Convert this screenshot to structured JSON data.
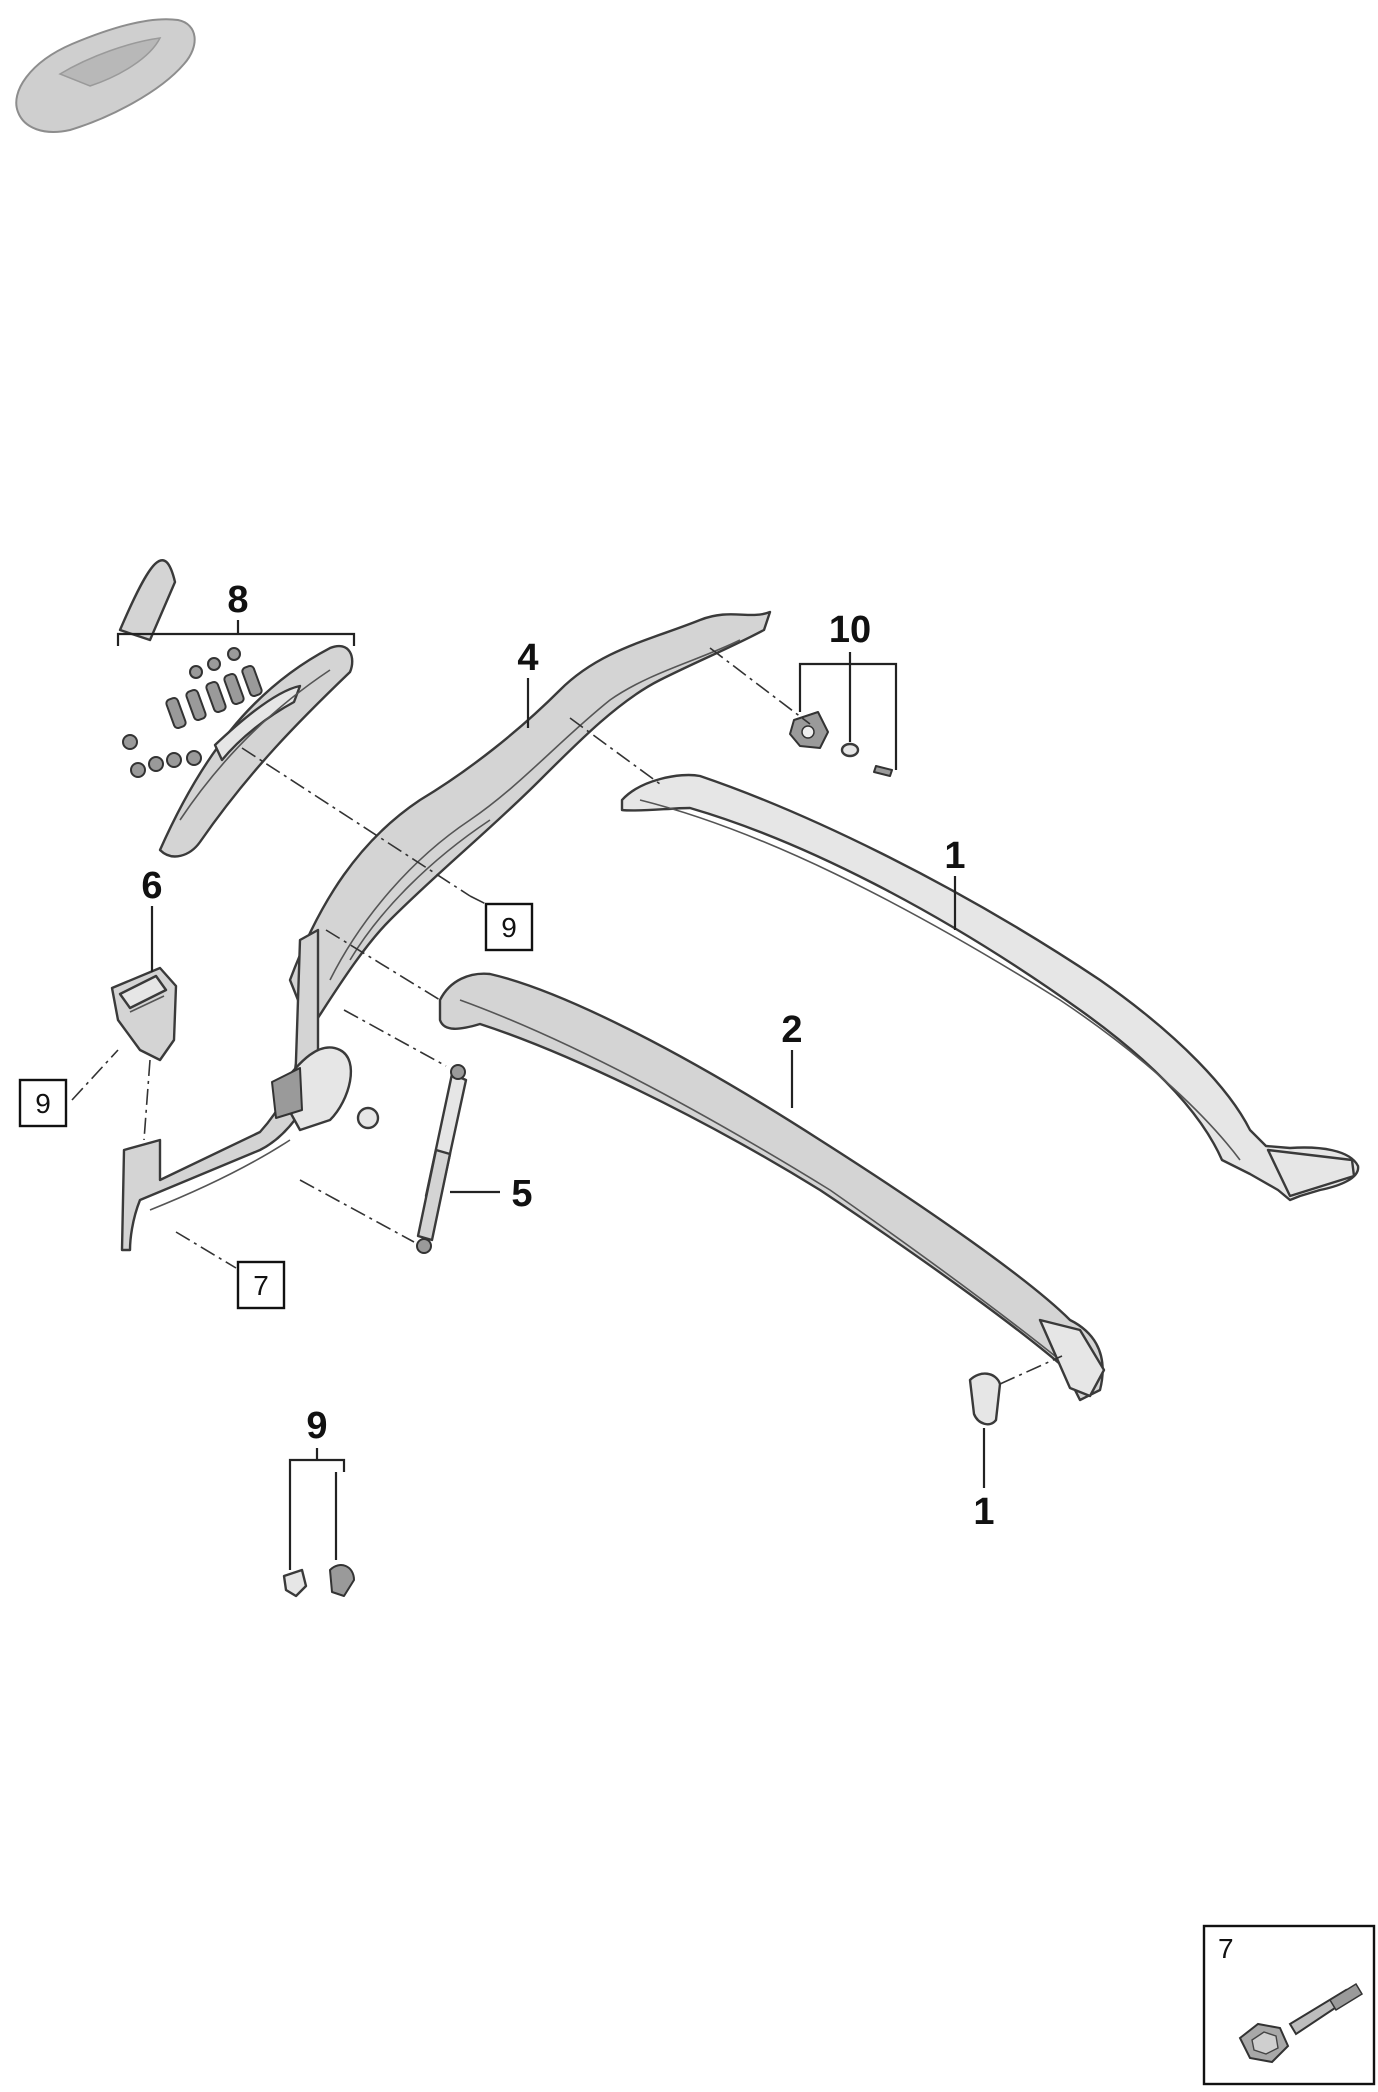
{
  "callouts": {
    "c1_top": "1",
    "c2": "2",
    "c4": "4",
    "c5": "5",
    "c6": "6",
    "c8": "8",
    "c9_bottom": "9",
    "c10": "10",
    "c1_bottom": "1"
  },
  "boxed_refs": {
    "b9_center": "9",
    "b9_left": "9",
    "b7": "7",
    "detail_label": "7"
  },
  "icons": {
    "car_thumbnail": "car-silhouette-icon",
    "detail_part": "bolt-icon"
  }
}
